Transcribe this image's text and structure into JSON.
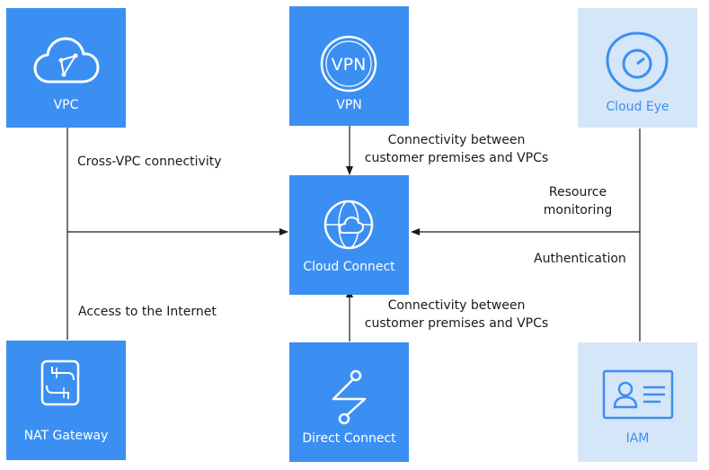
{
  "nodes": {
    "vpc": "VPC",
    "vpn": "VPN",
    "cloud_eye": "Cloud Eye",
    "cloud_connect": "Cloud Connect",
    "nat_gateway": "NAT Gateway",
    "direct_connect": "Direct Connect",
    "iam": "IAM"
  },
  "icon_text": {
    "vpn": "VPN"
  },
  "edges": {
    "cross_vpc": "Cross-VPC connectivity",
    "internet_access": "Access to the Internet",
    "vpn_connectivity": [
      "Connectivity between",
      "customer premises and VPCs"
    ],
    "dc_connectivity": [
      "Connectivity between",
      "customer premises and VPCs"
    ],
    "resource_monitoring": [
      "Resource",
      "monitoring"
    ],
    "authentication": "Authentication"
  },
  "colors": {
    "dark_box": "#3b8ff2",
    "light_box": "#d5e6f8",
    "line": "#1a1a1a"
  }
}
